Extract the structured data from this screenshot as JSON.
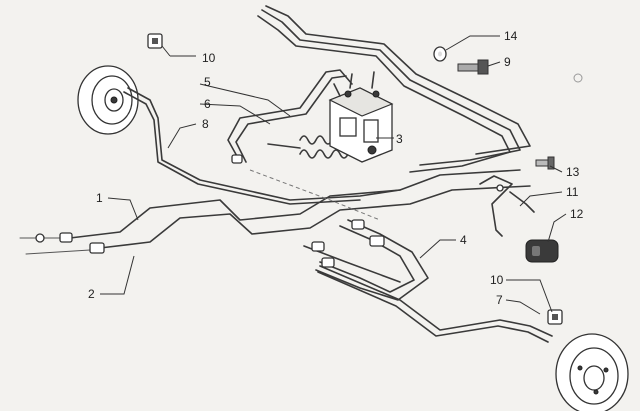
{
  "callouts": [
    {
      "id": "1",
      "text": "1"
    },
    {
      "id": "2",
      "text": "2"
    },
    {
      "id": "3",
      "text": "3"
    },
    {
      "id": "4",
      "text": "4"
    },
    {
      "id": "5",
      "text": "5"
    },
    {
      "id": "6",
      "text": "6"
    },
    {
      "id": "7",
      "text": "7"
    },
    {
      "id": "8",
      "text": "8"
    },
    {
      "id": "9",
      "text": "9"
    },
    {
      "id": "10a",
      "text": "10"
    },
    {
      "id": "10b",
      "text": "10"
    },
    {
      "id": "11",
      "text": "11"
    },
    {
      "id": "12",
      "text": "12"
    },
    {
      "id": "13",
      "text": "13"
    },
    {
      "id": "14",
      "text": "14"
    }
  ]
}
